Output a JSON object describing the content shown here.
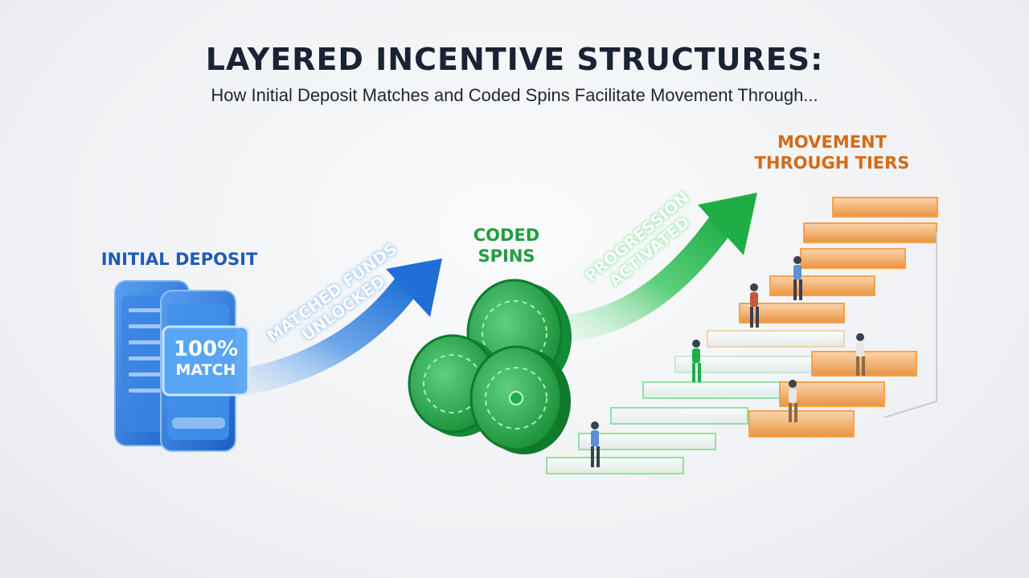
{
  "header": {
    "title": "LAYERED INCENTIVE STRUCTURES:",
    "subtitle": "How Initial Deposit Matches and Coded Spins Facilitate Movement Through..."
  },
  "stages": {
    "deposit": {
      "label": "INITIAL DEPOSIT",
      "badge_value": "100%",
      "badge_word": "MATCH"
    },
    "arrow1": {
      "line1": "MATCHED FUNDS",
      "line2": "UNLOCKED"
    },
    "spins": {
      "line1": "CODED",
      "line2": "SPINS"
    },
    "arrow2": {
      "line1": "PROGRESSION",
      "line2": "ACTIVATED"
    },
    "tiers": {
      "line1": "MOVEMENT",
      "line2": "THROUGH TIERS"
    }
  },
  "colors": {
    "blue": "#2f7de0",
    "green": "#22b04a",
    "orange": "#e8892a",
    "title": "#1a2233"
  },
  "icons": [
    "phone-icon",
    "spin-token-icon",
    "staircase-icon",
    "person-icon"
  ]
}
